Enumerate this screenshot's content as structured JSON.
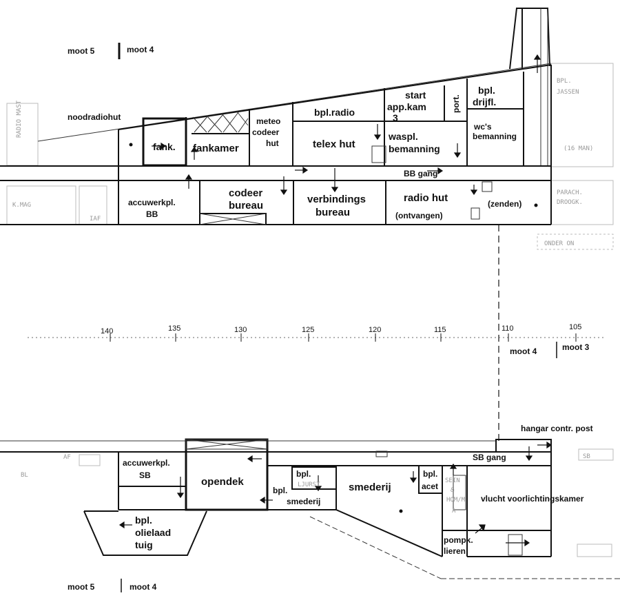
{
  "sections": {
    "top_left": "moot 5",
    "top_right": "moot 4",
    "mid_left": "moot 4",
    "mid_right": "moot 3",
    "bottom_left": "moot 5",
    "bottom_right": "moot 4"
  },
  "frames": [
    "140",
    "135",
    "130",
    "125",
    "120",
    "115",
    "110",
    "105"
  ],
  "upper_deck": {
    "noodradiohut": "noodradiohut",
    "fank": "fank.",
    "fankamer": "fankamer",
    "meteo": [
      "meteo",
      "codeer",
      "hut"
    ],
    "bpl_radio": "bpl.radio",
    "telex_hut": "telex hut",
    "start": [
      "start",
      "app.kam",
      "3"
    ],
    "port": "port.",
    "bpl_drijfl": [
      "bpl.",
      "drijfl."
    ],
    "waspl": [
      "waspl.",
      "bemanning"
    ],
    "wcs": [
      "wc's",
      "bemanning"
    ],
    "bb_gang": "BB gang",
    "accuwerkpl_bb": [
      "accuwerkpl.",
      "BB"
    ],
    "codeer_bureau": [
      "codeer",
      "bureau"
    ],
    "verbindings_bureau": [
      "verbindings",
      "bureau"
    ],
    "radio_hut": "radio hut",
    "ontvangen": "(ontvangen)",
    "zenden": "(zenden)"
  },
  "lower_deck": {
    "hangar": "hangar contr. post",
    "sb_gang": "SB gang",
    "accuwerkpl_sb": [
      "accuwerkpl.",
      "SB"
    ],
    "opendek": "opendek",
    "bpl_smederij": [
      "bpl.",
      "smederij"
    ],
    "bpl_top": "bpl.",
    "smederij": "smederij",
    "bpl_acet": [
      "bpl.",
      "acet"
    ],
    "vlucht": "vlucht voorlichtingskamer",
    "bpl_olielaad": [
      "bpl.",
      "olielaad",
      "tuig"
    ],
    "pompk": [
      "pompk.",
      "lieren"
    ]
  }
}
